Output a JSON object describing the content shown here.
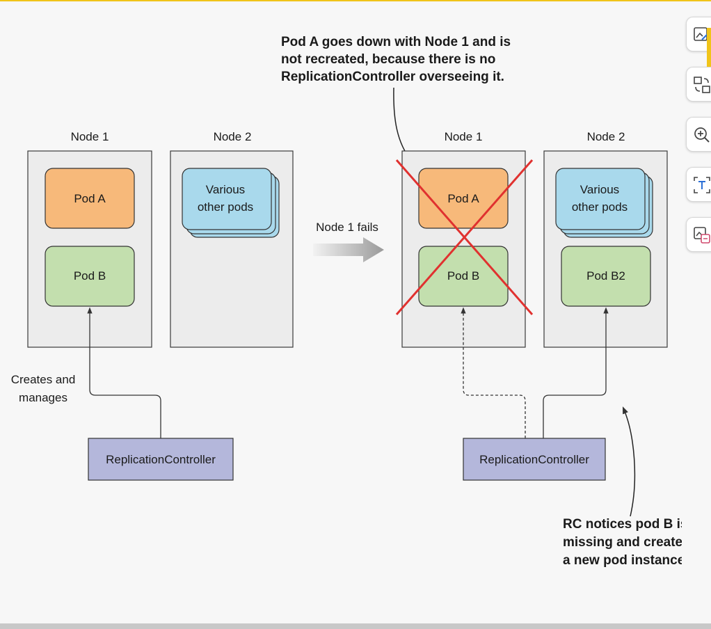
{
  "diagram": {
    "before": {
      "node1": {
        "title": "Node 1",
        "pod_a": "Pod A",
        "pod_b": "Pod B"
      },
      "node2": {
        "title": "Node 2",
        "various_line1": "Various",
        "various_line2": "other pods"
      },
      "edge_label_line1": "Creates and",
      "edge_label_line2": "manages",
      "controller": "ReplicationController"
    },
    "transition_label": "Node 1 fails",
    "after": {
      "node1": {
        "title": "Node 1",
        "pod_a": "Pod A",
        "pod_b": "Pod B",
        "failed": true
      },
      "node2": {
        "title": "Node 2",
        "various_line1": "Various",
        "various_line2": "other pods",
        "pod_b2": "Pod B2"
      },
      "controller": "ReplicationController"
    },
    "annotation_top": [
      "Pod A goes down with Node 1 and is",
      "not recreated, because there is no",
      "ReplicationController overseeing it."
    ],
    "annotation_bottom": [
      "RC notices pod B is",
      "missing and creates",
      "a new pod instance."
    ],
    "colors": {
      "node_fill": "#ececec",
      "pod_a": "#f7b97a",
      "pod_b": "#c3dfae",
      "various_pods": "#a9d9ec",
      "controller": "#b4b7db",
      "fail_cross": "#e0312f",
      "accent": "#f0c419"
    }
  },
  "toolbar": {
    "tools": [
      {
        "icon": "image-edit-icon"
      },
      {
        "icon": "rotate-swap-icon"
      },
      {
        "icon": "zoom-in-icon"
      },
      {
        "icon": "text-extract-icon"
      },
      {
        "icon": "image-compare-icon"
      }
    ]
  }
}
